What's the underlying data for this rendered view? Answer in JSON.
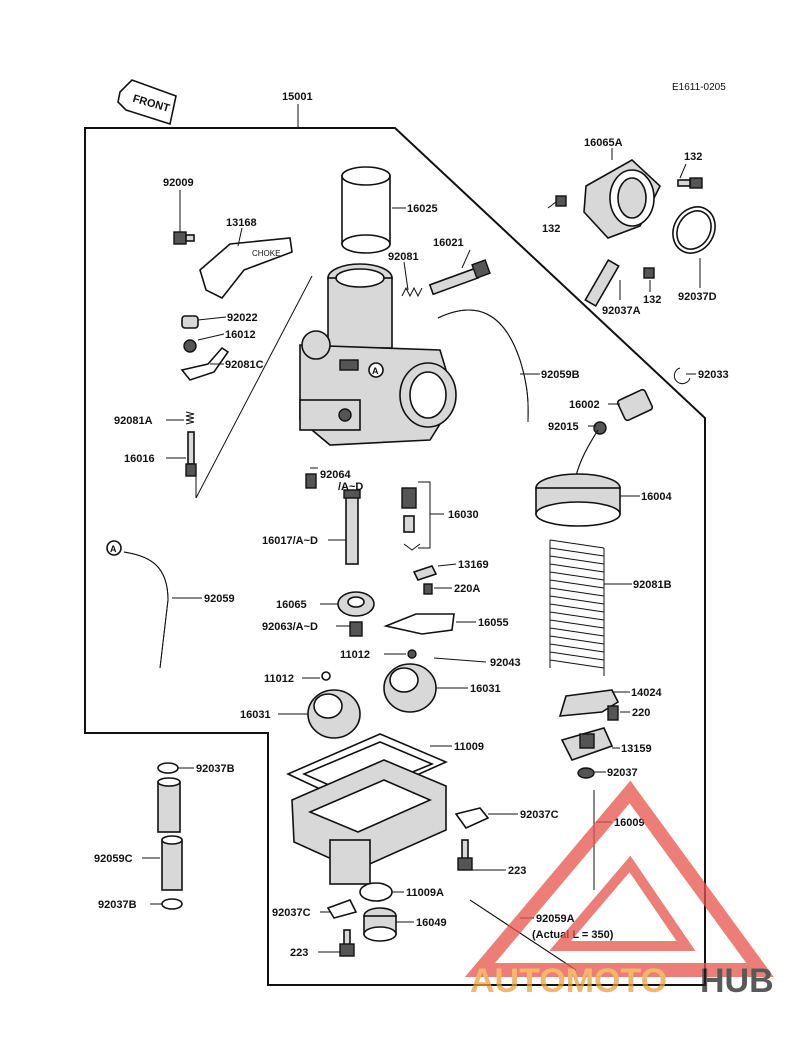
{
  "diagram": {
    "code": "E1611-0205",
    "front_label": "FRONT",
    "assembly_label": "15001",
    "circle_marker": "A",
    "actual_length_note": "(Actual L = 350)"
  },
  "parts": {
    "p92009": "92009",
    "p13168": "13168",
    "p16025": "16025",
    "p16021": "16021",
    "p92081": "92081",
    "p92022": "92022",
    "p16012": "16012",
    "p92081C": "92081C",
    "p92081A": "92081A",
    "p16016": "16016",
    "p92064": "92064",
    "pAD": "/A~D",
    "p16030": "16030",
    "p16017": "16017/A~D",
    "p13169": "13169",
    "p220A": "220A",
    "p92059": "92059",
    "p16065": "16065",
    "p16055": "16055",
    "p92063": "92063/A~D",
    "p11012a": "11012",
    "p92043": "92043",
    "p11012b": "11012",
    "p16031a": "16031",
    "p16031b": "16031",
    "p11009": "11009",
    "p16065A": "16065A",
    "p132a": "132",
    "p132b": "132",
    "p132c": "132",
    "p92037A": "92037A",
    "p92037D": "92037D",
    "p92059B": "92059B",
    "p92033": "92033",
    "p16002": "16002",
    "p92015": "92015",
    "p16004": "16004",
    "p92081B": "92081B",
    "p14024": "14024",
    "p220": "220",
    "p13159": "13159",
    "p92037": "92037",
    "p16009": "16009",
    "p92037B1": "92037B",
    "p92059C": "92059C",
    "p92037B2": "92037B",
    "p92037C1": "92037C",
    "p223a": "223",
    "p11009A": "11009A",
    "p92037C2": "92037C",
    "p16049": "16049",
    "p92059A": "92059A",
    "p223b": "223"
  },
  "watermark": {
    "brand_part1": "AUTOMOTO",
    "brand_part2": "HUB",
    "color_primary": "#f0a03c",
    "color_secondary": "#222222",
    "triangle_color": "#e8534a"
  }
}
